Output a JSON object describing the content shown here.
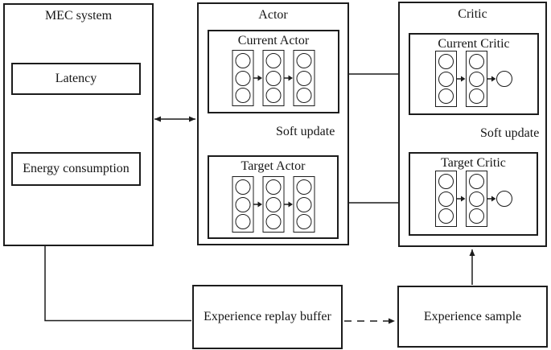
{
  "figure": {
    "background_color": "#ffffff",
    "line_color": "#1c1c1c"
  },
  "mec": {
    "title": "MEC system",
    "latency_label": "Latency",
    "energy_label": "Energy consumption"
  },
  "actor": {
    "title": "Actor",
    "current_label": "Current Actor",
    "target_label": "Target Actor",
    "soft_update_label": "Soft update",
    "network_layers": [
      3,
      3,
      3
    ],
    "output_neurons": 0
  },
  "critic": {
    "title": "Critic",
    "current_label": "Current Critic",
    "target_label": "Target Critic",
    "soft_update_label": "Soft update",
    "network_layers": [
      3,
      3
    ],
    "output_neurons": 1
  },
  "buffer": {
    "label": "Experience replay buffer"
  },
  "sample": {
    "label": "Experience sample"
  },
  "connections": {
    "mec_actor": "bidirectional",
    "current_actor_current_critic": "bidirectional",
    "target_actor_target_critic": "to-critic",
    "actor_soft_update": "bidirectional",
    "critic_soft_update": "bidirectional",
    "mec_to_buffer": "line",
    "buffer_to_sample": "dashed-arrow",
    "sample_to_critic": "arrow"
  }
}
